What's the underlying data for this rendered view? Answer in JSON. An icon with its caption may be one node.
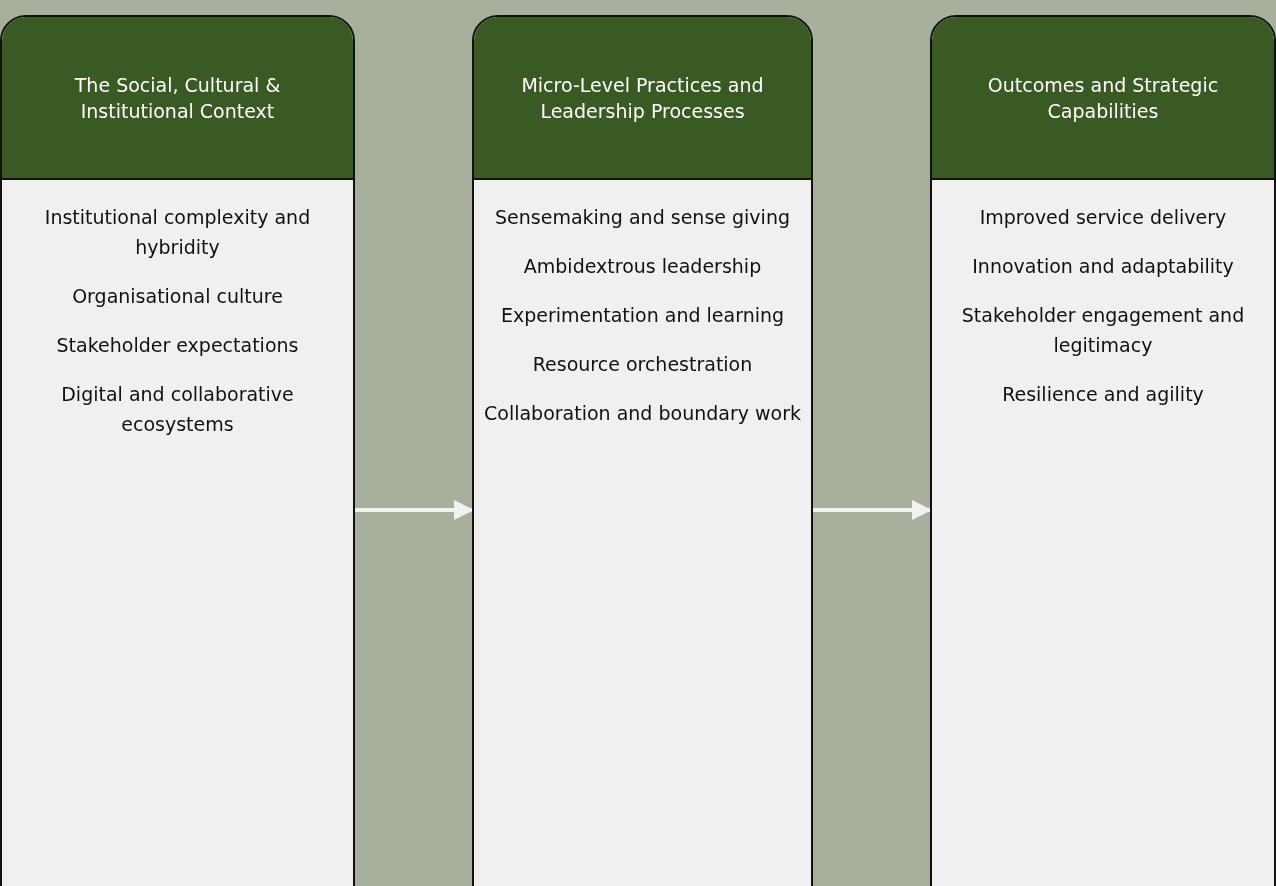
{
  "diagram": {
    "nodes": [
      {
        "text": [
          "The Social, Cultural & Institutional Context",
          "Institutional complexity and hybridity",
          "Organisational culture",
          "Stakeholder expectations",
          "Digital and collaborative ecosystems"
        ]
      },
      {
        "text": [
          "Micro-Level Practices and Leadership Processes",
          "Sensemaking and sense giving",
          "Ambidextrous leadership",
          "Experimentation and learning",
          "Resource orchestration",
          "Collaboration and boundary work"
        ]
      },
      {
        "text": [
          "Outcomes and Strategic Capabilities",
          "Improved service delivery",
          "Innovation and adaptability",
          "Stakeholder engagement and legitimacy",
          "Resilience and agility"
        ]
      }
    ],
    "edges": [
      {
        "from": 0,
        "to": 1,
        "arrow": "to"
      },
      {
        "from": 1,
        "to": 2,
        "arrow": "to"
      }
    ]
  }
}
